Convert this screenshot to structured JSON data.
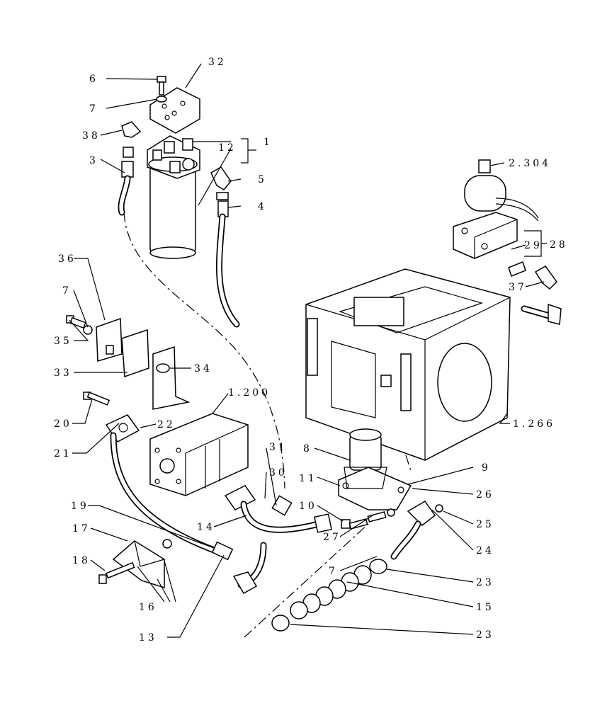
{
  "labels": {
    "l6": "6",
    "l7a": "7",
    "l32": "32",
    "l38": "38",
    "l3": "3",
    "l12": "12",
    "l1": "1",
    "l5": "5",
    "l4": "4",
    "l2304": "2.304",
    "l29": "29",
    "l28": "28",
    "l37": "37",
    "l36": "36",
    "l7b": "7",
    "l35": "35",
    "l33": "33",
    "l34": "34",
    "l1200": "1.200",
    "l20": "20",
    "l21": "21",
    "l22": "22",
    "l31": "31",
    "l30": "30",
    "l8": "8",
    "l11": "11",
    "l9": "9",
    "l26": "26",
    "l10": "10",
    "l1266": "1.266",
    "l25": "25",
    "l27": "27",
    "l24": "24",
    "l19": "19",
    "l14": "14",
    "l17": "17",
    "l18": "18",
    "l7c": "7",
    "l23a": "23",
    "l15": "15",
    "l16": "16",
    "l13": "13",
    "l23b": "23"
  }
}
